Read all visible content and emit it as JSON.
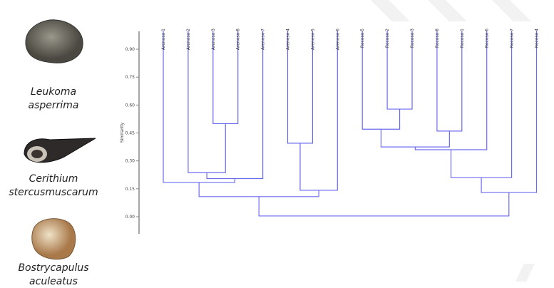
{
  "species": [
    {
      "line1": "Leukoma",
      "line2": "asperrima"
    },
    {
      "line1": "Cerithium",
      "line2": "stercusmuscarum"
    },
    {
      "line1": "Bostrycapulus",
      "line2": "aculeatus"
    }
  ],
  "colors": {
    "branch": "#6b6bf0",
    "axis": "#888888"
  },
  "chart_data": {
    "type": "dendrogram",
    "ylabel": "Similarity",
    "ylim": [
      -0.08,
      1.0
    ],
    "yticks": [
      {
        "value": 0.9,
        "label": "0.90"
      },
      {
        "value": 0.75,
        "label": "0.75"
      },
      {
        "value": 0.6,
        "label": "0.60"
      },
      {
        "value": 0.45,
        "label": "0.45"
      },
      {
        "value": 0.3,
        "label": "0.30"
      },
      {
        "value": 0.15,
        "label": "0.15"
      },
      {
        "value": 0.0,
        "label": "0.00"
      }
    ],
    "leaves": [
      "Arenoso 1",
      "Arenoso 2",
      "Arenoso 3",
      "Arenoso 8",
      "Arenoso 7",
      "Arenoso 4",
      "Arenoso 5",
      "Arenoso 6",
      "Rocoso 5",
      "Rocoso 2",
      "Rocoso 3",
      "Rocoso 8",
      "Rocoso 1",
      "Rocoso 6",
      "Rocoso 7",
      "Rocoso 4"
    ],
    "leaf_top_value": 1.0,
    "merges": [
      {
        "a": 2,
        "b": 3,
        "similarity": 0.5
      },
      {
        "a": 1,
        "b": 16,
        "similarity": 0.237
      },
      {
        "a": 17,
        "b": 4,
        "similarity": 0.205
      },
      {
        "a": 0,
        "b": 18,
        "similarity": 0.184
      },
      {
        "a": 5,
        "b": 6,
        "similarity": 0.395
      },
      {
        "a": 20,
        "b": 7,
        "similarity": 0.142
      },
      {
        "a": 19,
        "b": 21,
        "similarity": 0.108
      },
      {
        "a": 9,
        "b": 10,
        "similarity": 0.578
      },
      {
        "a": 8,
        "b": 23,
        "similarity": 0.47
      },
      {
        "a": 11,
        "b": 12,
        "similarity": 0.46
      },
      {
        "a": 24,
        "b": 25,
        "similarity": 0.375
      },
      {
        "a": 26,
        "b": 13,
        "similarity": 0.36
      },
      {
        "a": 27,
        "b": 14,
        "similarity": 0.21
      },
      {
        "a": 28,
        "b": 15,
        "similarity": 0.13
      },
      {
        "a": 22,
        "b": 29,
        "similarity": 0.004
      }
    ]
  }
}
